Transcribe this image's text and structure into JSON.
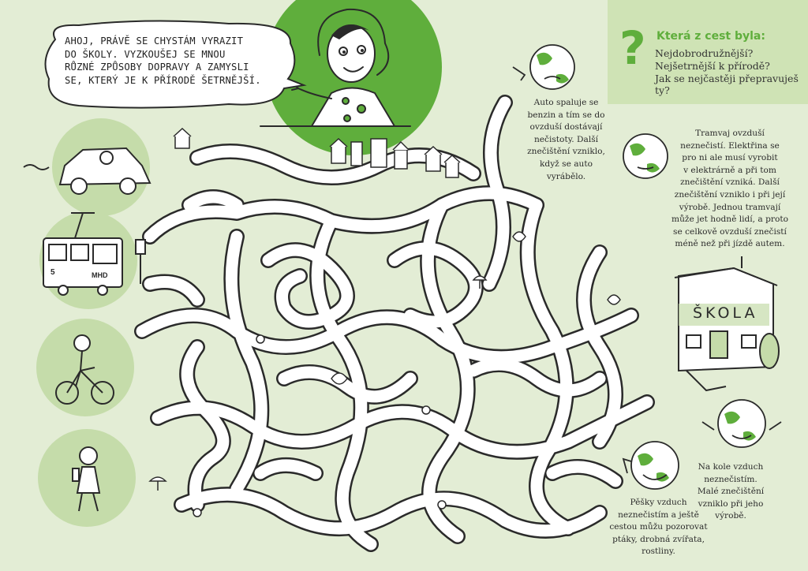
{
  "speech": {
    "lines": [
      "AHOJ, PRÁVĚ SE CHYSTÁM  VYRAZIT",
      "DO ŠKOLY. VYZKOUŠEJ SE MNOU",
      "RŮZNÉ ZPŮSOBY DOPRAVY A ZAMYSLI",
      "SE, KTERÝ JE K PŘÍRODĚ ŠETRNĚJŠÍ."
    ]
  },
  "question": {
    "symbol": "?",
    "title": "Která z cest byla:",
    "items": [
      "Nejdobrodružnější?",
      "Nejšetrnější k přírodě?",
      "Jak se nejčastěji přepravuješ ty?"
    ]
  },
  "notes": {
    "car": [
      "Auto spaluje se",
      "benzin a tím se do",
      "ovzduší dostávají",
      "nečistoty. Další",
      "znečištění vzniklo,",
      "když se auto vyrábělo."
    ],
    "tram": [
      "Tramvaj ovzduší",
      "neznečistí. Elektřina se",
      "pro ni ale musí vyrobit",
      "v elektrárně a při tom",
      "znečištění vzniká. Další",
      "znečištění vzniklo i při její",
      "výrobě. Jednou tramvají",
      "může jet hodně lidí, a proto",
      "se celkově ovzduší znečistí",
      "méně než při jízdě autem."
    ],
    "bike": [
      "Na kole vzduch",
      "neznečistím.",
      "Malé znečištění",
      "vzniklo při jeho",
      "výrobě."
    ],
    "walk": [
      "Pěšky vzduch",
      "neznečistím a ještě",
      "cestou můžu pozorovat",
      "ptáky, drobná zvířata,",
      "rostliny."
    ]
  },
  "labels": {
    "school_sign": "ŠKOLA",
    "tram_number": "5",
    "tram_label": "MHD"
  },
  "colors": {
    "background": "#e3edd5",
    "accent_green": "#5fae3c",
    "question_box": "#cfe3b5",
    "circle_green": "#c5dcaa",
    "maze_path": "#ffffff",
    "outline": "#2a2a2a"
  },
  "icons": {
    "earth_mascots": [
      "earth-thumbs-down-icon",
      "earth-thinking-icon",
      "earth-shrug-icon",
      "earth-thumbs-up-icon"
    ],
    "transport": [
      "car-icon",
      "tram-icon",
      "bicycle-icon",
      "walking-girl-icon"
    ]
  }
}
